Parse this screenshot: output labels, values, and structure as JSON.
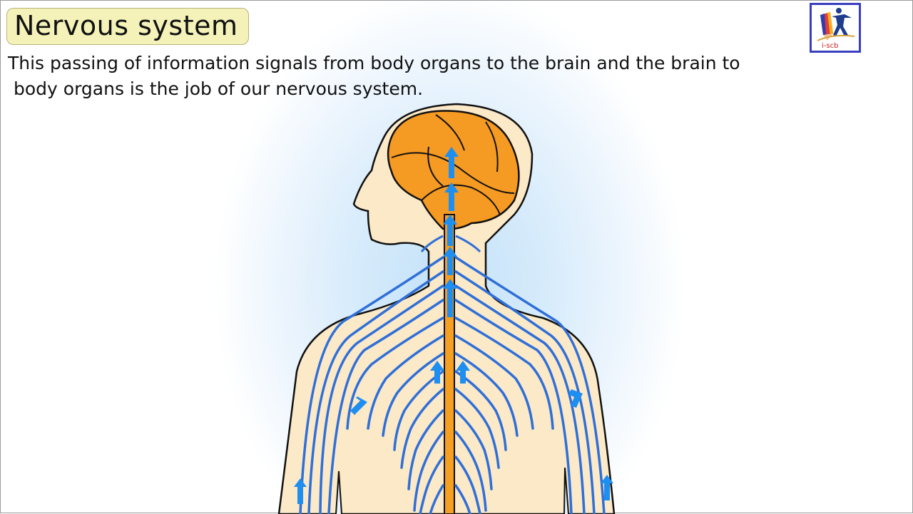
{
  "slide": {
    "title": "Nervous system",
    "caption_line1": "This passing of information signals from body organs to the brain and the brain to",
    "caption_line2": "body organs is the job of our nervous system."
  },
  "logo": {
    "name": "i-scb channel logo",
    "text": "i-scb",
    "border_color": "#3a3fc0"
  },
  "diagram": {
    "subject": "human upper body with brain, spinal cord and nerves",
    "labels": [],
    "colors": {
      "skin": "#fbe9c8",
      "brain": "#f59a22",
      "spinal_cord": "#f5a023",
      "nerves": "#2f6fd8",
      "signal_arrows": "#1e8ef0",
      "outline": "#111111",
      "background_glow": "#c3e1f8"
    },
    "signal_arrow_count": 9
  },
  "colors": {
    "title_bg": "#f4f2b8",
    "title_border": "#b9b27a",
    "text": "#111111"
  }
}
